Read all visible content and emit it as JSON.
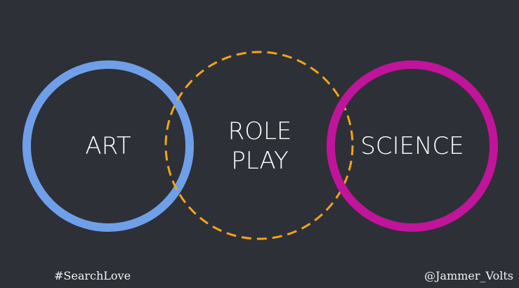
{
  "diagram": {
    "circles": [
      {
        "label": "ART",
        "color": "#6f9fe8",
        "style": "solid"
      },
      {
        "label_lines": [
          "ROLE",
          "PLAY"
        ],
        "color": "#f5a31a",
        "style": "dashed"
      },
      {
        "label": "SCIENCE",
        "color": "#c0149a",
        "style": "solid"
      }
    ]
  },
  "footer": {
    "hashtag": "#SearchLove",
    "handle": "@Jammer_Volts"
  }
}
